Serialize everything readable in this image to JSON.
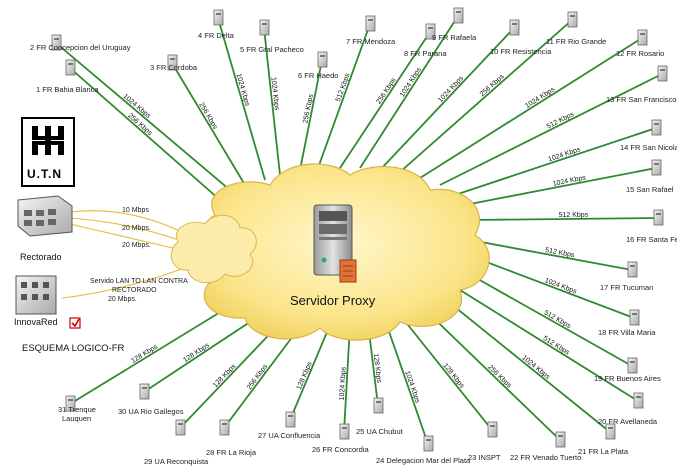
{
  "diagram": {
    "title": "ESQUEMA LOGICO-FR",
    "center_label": "Servidor Proxy",
    "logo_text": "U.T.N",
    "rectorado": {
      "label": "Rectorado",
      "links": [
        "10 Mbps",
        "20 Mbps.",
        "20 Mbps."
      ]
    },
    "innovared": {
      "label": "InnovaRed",
      "link_lines": [
        "Servido LAN TO LAN CONTRA",
        "RECTORADO",
        "20 Mbps."
      ]
    },
    "nodes": [
      {
        "label": "1 FR Bahia Blanca",
        "bw": "256 Kbps"
      },
      {
        "label": "2 FR Concepcion del Uruguay",
        "bw": "1024 Kbps"
      },
      {
        "label": "3 FR Cordoba",
        "bw": "256 Kbps"
      },
      {
        "label": "4 FR Delta",
        "bw": "1024 Kbps"
      },
      {
        "label": "5 FR Gral Pacheco",
        "bw": "1024 Kbps"
      },
      {
        "label": "6 FR Haedo",
        "bw": "256 Kbps"
      },
      {
        "label": "7 FR Mendoza",
        "bw": "512 Kbps"
      },
      {
        "label": "8 FR Parana",
        "bw": "256 Kbps"
      },
      {
        "label": "9 FR Rafaela",
        "bw": "1024 Kbps"
      },
      {
        "label": "10 FR Resistencia",
        "bw": "1024 Kbps"
      },
      {
        "label": "11 FR Rio Grande",
        "bw": "256 Kbps"
      },
      {
        "label": "12 FR Rosario",
        "bw": "1024 Kbps"
      },
      {
        "label": "13 FR San Francisco",
        "bw": "512 Kbps"
      },
      {
        "label": "14 FR San Nicolas",
        "bw": "1024 Kbps"
      },
      {
        "label": "15 San Rafael",
        "bw": "1024 Kbps"
      },
      {
        "label": "16 FR Santa Fe",
        "bw": "512 Kbps"
      },
      {
        "label": "17 FR Tucuman",
        "bw": "512 Kbps"
      },
      {
        "label": "18 FR Villa Maria",
        "bw": "1024 Kbps"
      },
      {
        "label": "19 FR Buenos Aires",
        "bw": "512 Kbps"
      },
      {
        "label": "20 FR Avellaneda",
        "bw": "512 Kbps"
      },
      {
        "label": "21 FR La Plata",
        "bw": "1024 Kbps"
      },
      {
        "label": "22 FR Venado Tuerto",
        "bw": "256 Kbps"
      },
      {
        "label": "23 INSPT",
        "bw": "128 Kbps"
      },
      {
        "label": "24 Delegacion Mar del Plata",
        "bw": "1024 Kbps"
      },
      {
        "label": "25 UA Chubut",
        "bw": "128 Kbps"
      },
      {
        "label": "26 FR Concordia",
        "bw": "1024 Kbps"
      },
      {
        "label": "27 UA Confluencia",
        "bw": "128 Kbps"
      },
      {
        "label": "28 FR La Rioja",
        "bw": "256 Kbps"
      },
      {
        "label": "29 UA Reconquista",
        "bw": "128 Kbps"
      },
      {
        "label": "30 UA Rio Gallegos",
        "bw": "128 Kbps"
      },
      {
        "label": "31 Trenque Lauquen",
        "bw": "128 Kbps"
      }
    ]
  }
}
